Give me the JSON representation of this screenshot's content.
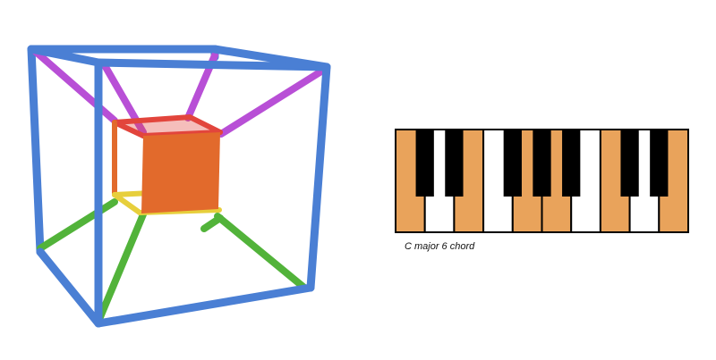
{
  "caption": "C major 6 chord",
  "colors": {
    "frame_outer": "#4a7fd4",
    "diagonal_top": "#b84fd6",
    "diagonal_bottom": "#52b33a",
    "inner_top": "#e2453c",
    "inner_bottom": "#e7cf3c",
    "inner_face": "#e26a2c",
    "highlighted_key": "#e9a35b",
    "white_key": "#ffffff",
    "black_key": "#000000"
  },
  "keyboard": {
    "white_keys": [
      "C",
      "D",
      "E",
      "F",
      "G",
      "A",
      "B",
      "C",
      "D",
      "E"
    ],
    "black_keys": [
      "C#",
      "D#",
      "F#",
      "G#",
      "A#",
      "C#",
      "D#"
    ],
    "highlighted": [
      "C",
      "E",
      "G",
      "A",
      "C",
      "E"
    ]
  }
}
